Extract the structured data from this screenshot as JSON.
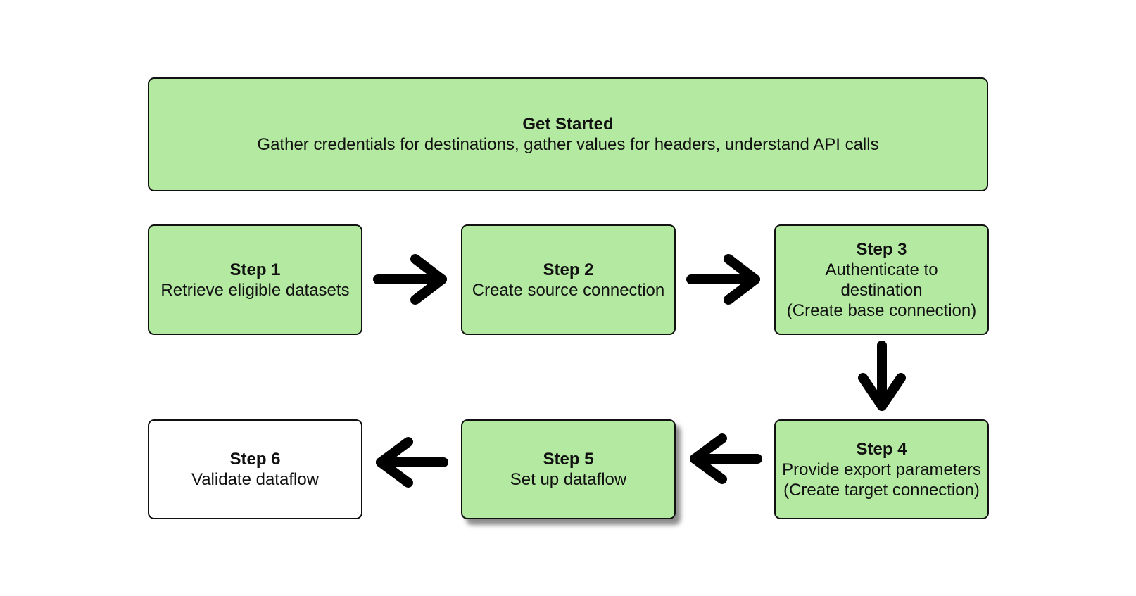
{
  "get_started": {
    "title": "Get Started",
    "description": "Gather credentials for destinations, gather values for headers, understand API calls"
  },
  "steps": [
    {
      "title": "Step 1",
      "lines": [
        "Retrieve eligible datasets"
      ]
    },
    {
      "title": "Step 2",
      "lines": [
        "Create source connection"
      ]
    },
    {
      "title": "Step 3",
      "lines": [
        "Authenticate to",
        "destination",
        "(Create base connection)"
      ]
    },
    {
      "title": "Step 4",
      "lines": [
        "Provide export parameters",
        "(Create target connection)"
      ]
    },
    {
      "title": "Step 5",
      "lines": [
        "Set up dataflow"
      ]
    },
    {
      "title": "Step 6",
      "lines": [
        "Validate dataflow"
      ]
    }
  ],
  "colors": {
    "box_fill": "#b3e9a0",
    "box_fill_final": "#ffffff",
    "border": "#111111",
    "arrow": "#000000"
  }
}
